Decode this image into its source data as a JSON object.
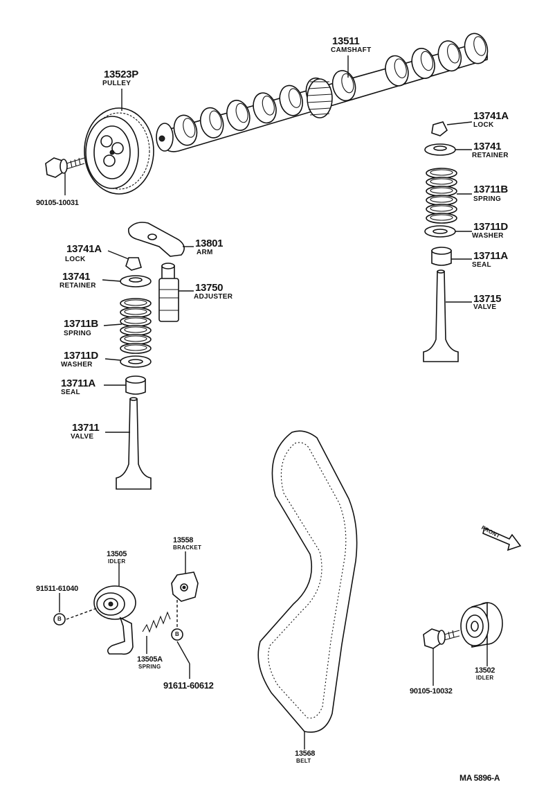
{
  "parts": {
    "camshaft": {
      "number": "13511",
      "name": "CAMSHAFT"
    },
    "pulley": {
      "number": "13523P",
      "name": "PULLEY"
    },
    "pulley_bolt": {
      "number": "90105-10031"
    },
    "lock_left": {
      "number": "13741A",
      "name": "LOCK"
    },
    "arm": {
      "number": "13801",
      "name": "ARM"
    },
    "retainer_left": {
      "number": "13741",
      "name": "RETAINER"
    },
    "adjuster": {
      "number": "13750",
      "name": "ADJUSTER"
    },
    "spring_left": {
      "number": "13711B",
      "name": "SPRING"
    },
    "washer_left": {
      "number": "13711D",
      "name": "WASHER"
    },
    "seal_left": {
      "number": "13711A",
      "name": "SEAL"
    },
    "valve_left": {
      "number": "13711",
      "name": "VALVE"
    },
    "lock_right": {
      "number": "13741A",
      "name": "LOCK"
    },
    "retainer_right": {
      "number": "13741",
      "name": "RETAINER"
    },
    "spring_right": {
      "number": "13711B",
      "name": "SPRING"
    },
    "washer_right": {
      "number": "13711D",
      "name": "WASHER"
    },
    "seal_right": {
      "number": "13711A",
      "name": "SEAL"
    },
    "valve_right": {
      "number": "13715",
      "name": "VALVE"
    },
    "bracket": {
      "number": "13558",
      "name": "BRACKET"
    },
    "idler_left": {
      "number": "13505",
      "name": "IDLER"
    },
    "idler_bolt_left": {
      "number": "91511-61040"
    },
    "idler_spring": {
      "number": "13505A",
      "name": "SPRING"
    },
    "bracket_bolt": {
      "number": "91611-60612"
    },
    "belt": {
      "number": "13568",
      "name": "BELT"
    },
    "idler_bolt_right": {
      "number": "90105-10032"
    },
    "idler_right": {
      "number": "13502",
      "name": "IDLER"
    }
  },
  "front_arrow": {
    "label": "FRONT"
  },
  "ref_marker": {
    "label": "B"
  },
  "diagram_code": "MA 5896-A"
}
